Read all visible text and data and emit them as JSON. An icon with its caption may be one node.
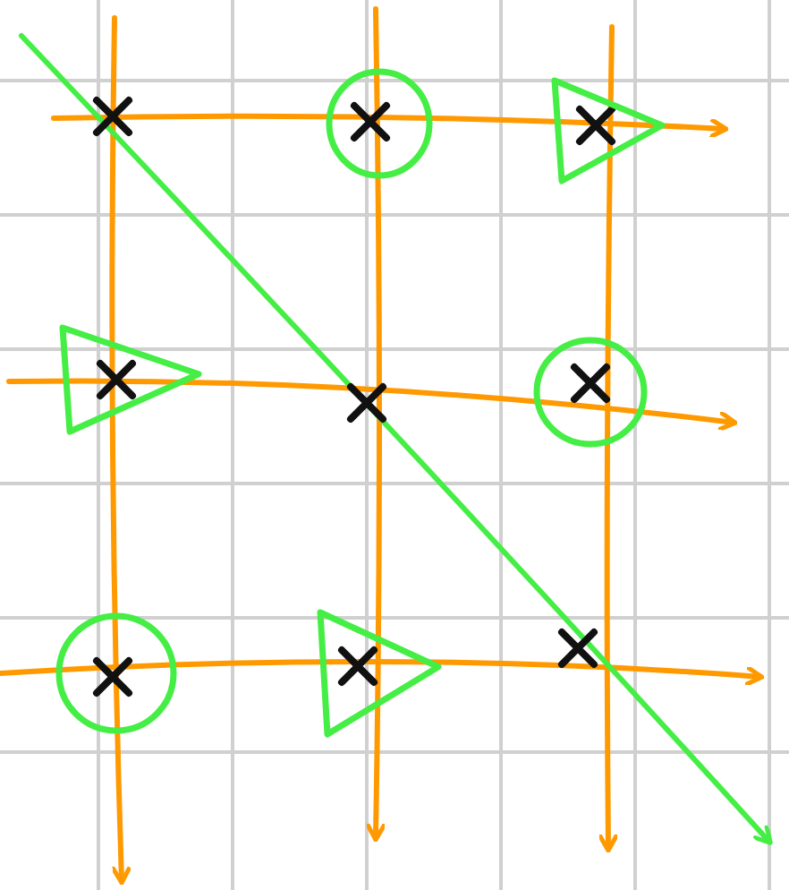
{
  "diagram": {
    "nodes": [
      {
        "text": [],
        "shape": "circle"
      },
      {
        "text": [],
        "shape": "triangle"
      },
      {
        "text": [],
        "shape": "triangle"
      },
      {
        "text": [],
        "shape": "circle"
      },
      {
        "text": [],
        "shape": "circle"
      },
      {
        "text": [],
        "shape": "triangle"
      }
    ]
  }
}
